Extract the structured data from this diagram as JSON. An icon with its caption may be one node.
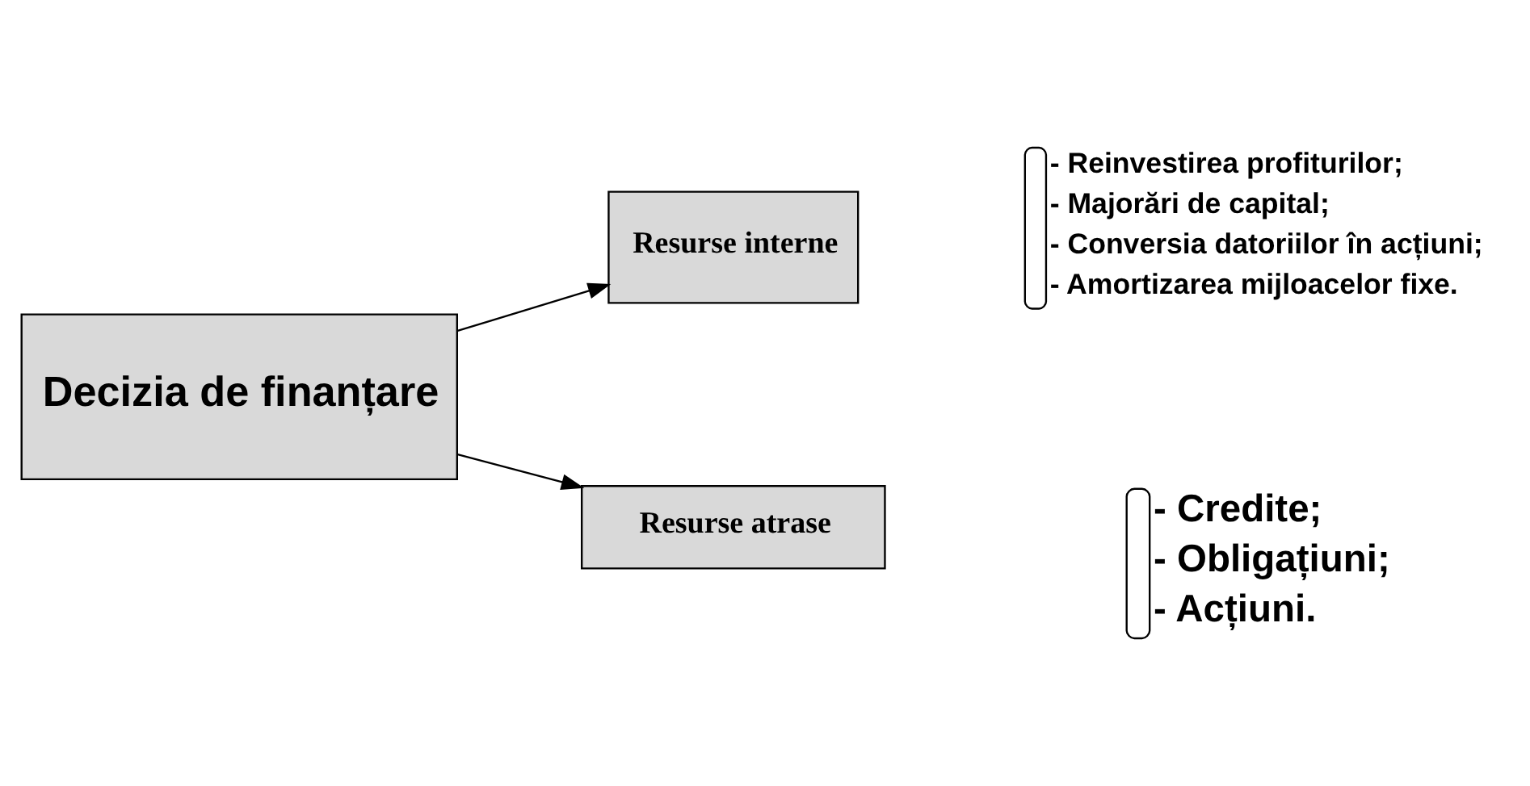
{
  "diagram": {
    "nodes": [
      {
        "text": [
          "Decizia de finanțare"
        ]
      },
      {
        "text": [
          "Resurse interne"
        ],
        "beside": [
          "- Reinvestirea profiturilor;",
          "- Majorări de capital;",
          "- Conversia datoriilor în acțiuni;",
          "- Amortizarea mijloacelor fixe."
        ]
      },
      {
        "text": [
          "Resurse atrase"
        ],
        "beside": [
          "- Credite;",
          "- Obligațiuni;",
          "- Acțiuni."
        ]
      }
    ],
    "edges": [
      {
        "from": 0,
        "to": 1,
        "arrow": "to"
      },
      {
        "from": 0,
        "to": 2,
        "arrow": "to"
      }
    ]
  }
}
